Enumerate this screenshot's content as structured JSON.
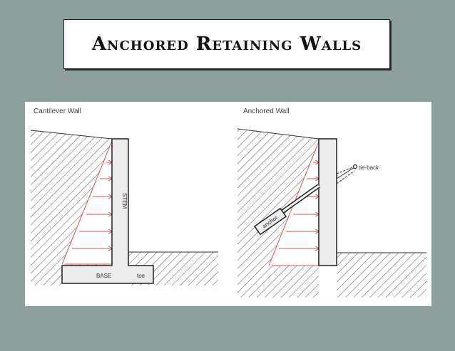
{
  "slide": {
    "title": "Anchored Retaining Walls"
  },
  "diagram": {
    "left_caption": "Cantilever Wall",
    "right_caption": "Anchored Wall",
    "stem_label": "STEM",
    "base_label": "BASE",
    "toe_label": "toe",
    "tieback_label": "tie-back",
    "anchor_label": "anchor",
    "colors": {
      "pressure": "#e0524f",
      "hatch": "#555555",
      "wall": "#e9e9e9",
      "outline": "#222222"
    }
  }
}
